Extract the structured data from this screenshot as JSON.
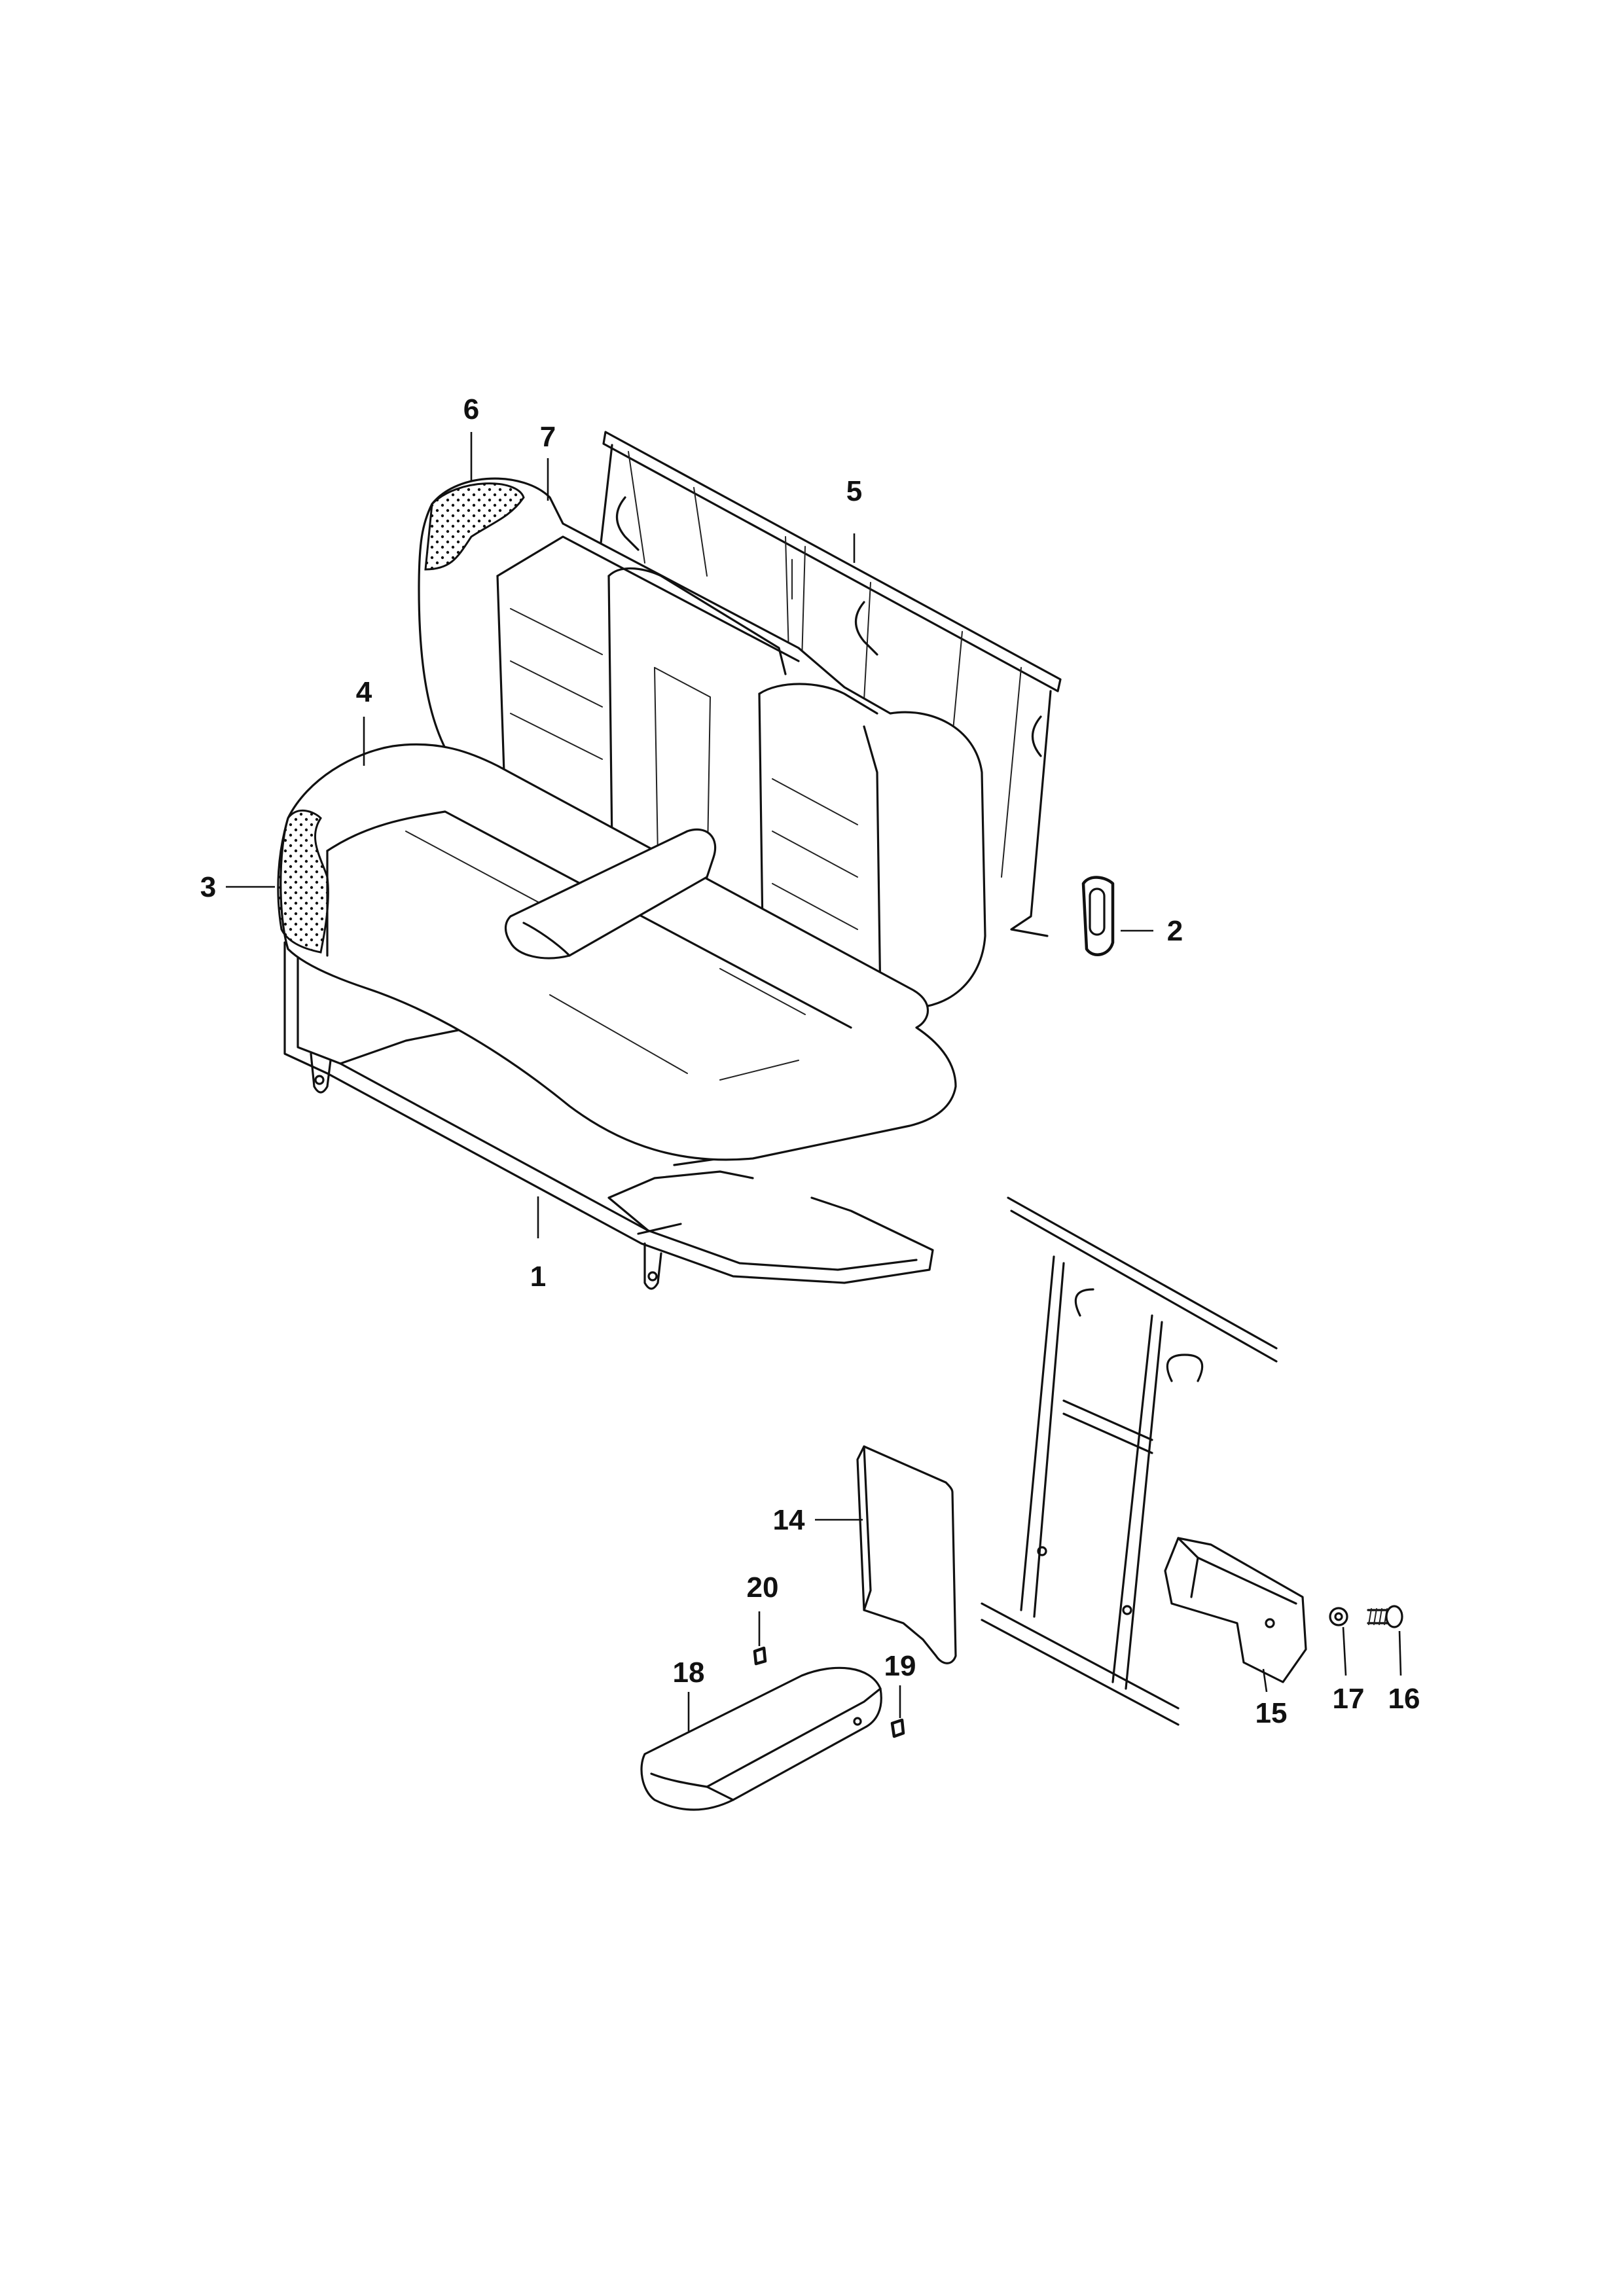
{
  "parts": [
    {
      "id": "1",
      "label": "1"
    },
    {
      "id": "2",
      "label": "2"
    },
    {
      "id": "3",
      "label": "3"
    },
    {
      "id": "4",
      "label": "4"
    },
    {
      "id": "5",
      "label": "5"
    },
    {
      "id": "6",
      "label": "6"
    },
    {
      "id": "7",
      "label": "7"
    },
    {
      "id": "14",
      "label": "14"
    },
    {
      "id": "15",
      "label": "15"
    },
    {
      "id": "16",
      "label": "16"
    },
    {
      "id": "17",
      "label": "17"
    },
    {
      "id": "18",
      "label": "18"
    },
    {
      "id": "19",
      "label": "19"
    },
    {
      "id": "20",
      "label": "20"
    }
  ],
  "colors": {
    "line": "#111111",
    "background": "#ffffff"
  }
}
